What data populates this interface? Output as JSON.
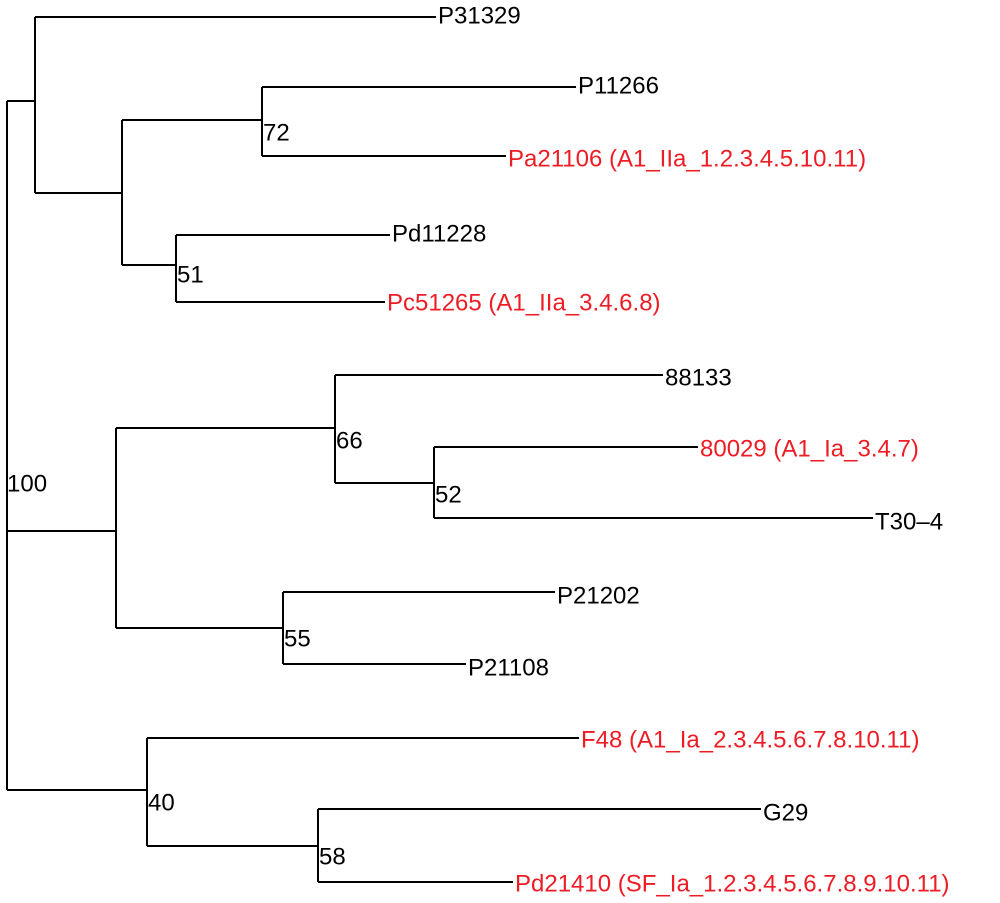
{
  "colors": {
    "line": "#000000",
    "default_label": "#000000",
    "highlight_label": "#ee1c25"
  },
  "tree": {
    "leaves": [
      {
        "id": "p31329",
        "label": "P31329",
        "highlighted": false
      },
      {
        "id": "p11266",
        "label": "P11266",
        "highlighted": false
      },
      {
        "id": "pa21106",
        "label": "Pa21106 (A1_IIa_1.2.3.4.5.10.11)",
        "highlighted": true
      },
      {
        "id": "pd11228",
        "label": "Pd11228",
        "highlighted": false
      },
      {
        "id": "pc51265",
        "label": "Pc51265 (A1_IIa_3.4.6.8)",
        "highlighted": true
      },
      {
        "id": "n88133",
        "label": "88133",
        "highlighted": false
      },
      {
        "id": "n80029",
        "label": "80029 (A1_Ia_3.4.7)",
        "highlighted": true
      },
      {
        "id": "t30-4",
        "label": "T30–4",
        "highlighted": false
      },
      {
        "id": "p21202",
        "label": "P21202",
        "highlighted": false
      },
      {
        "id": "p21108",
        "label": "P21108",
        "highlighted": false
      },
      {
        "id": "f48",
        "label": "F48 (A1_Ia_2.3.4.5.6.7.8.10.11)",
        "highlighted": true
      },
      {
        "id": "g29",
        "label": "G29",
        "highlighted": false
      },
      {
        "id": "pd21410",
        "label": "Pd21410 (SF_Ia_1.2.3.4.5.6.7.8.9.10.11)",
        "highlighted": true
      }
    ],
    "support_values": [
      {
        "id": "n100",
        "value": "100"
      },
      {
        "id": "n72",
        "value": "72"
      },
      {
        "id": "n51",
        "value": "51"
      },
      {
        "id": "n66",
        "value": "66"
      },
      {
        "id": "n52",
        "value": "52"
      },
      {
        "id": "n55",
        "value": "55"
      },
      {
        "id": "n40",
        "value": "40"
      },
      {
        "id": "n58",
        "value": "58"
      }
    ]
  }
}
